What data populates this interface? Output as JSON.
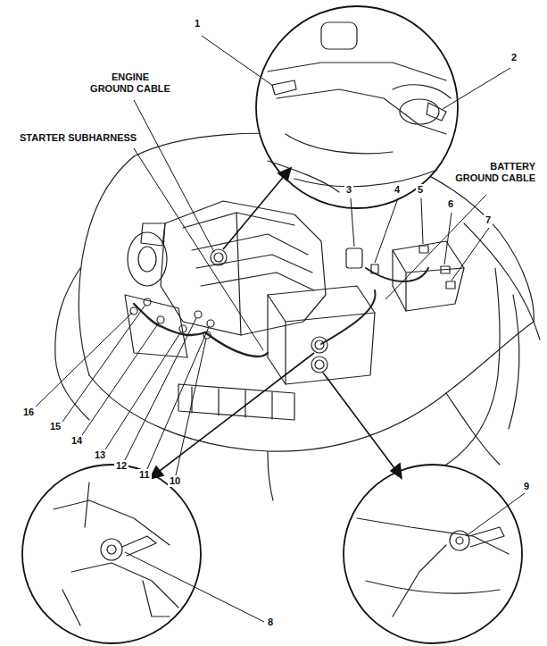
{
  "diagram": {
    "labels": [
      "1",
      "2",
      "ENGINE GROUND CABLE",
      "STARTER SUBHARNESS",
      "BATTERY GROUND CABLE",
      "3",
      "4",
      "5",
      "6",
      "7",
      "16",
      "15",
      "14",
      "13",
      "12",
      "11",
      "10",
      "9",
      "8"
    ]
  }
}
